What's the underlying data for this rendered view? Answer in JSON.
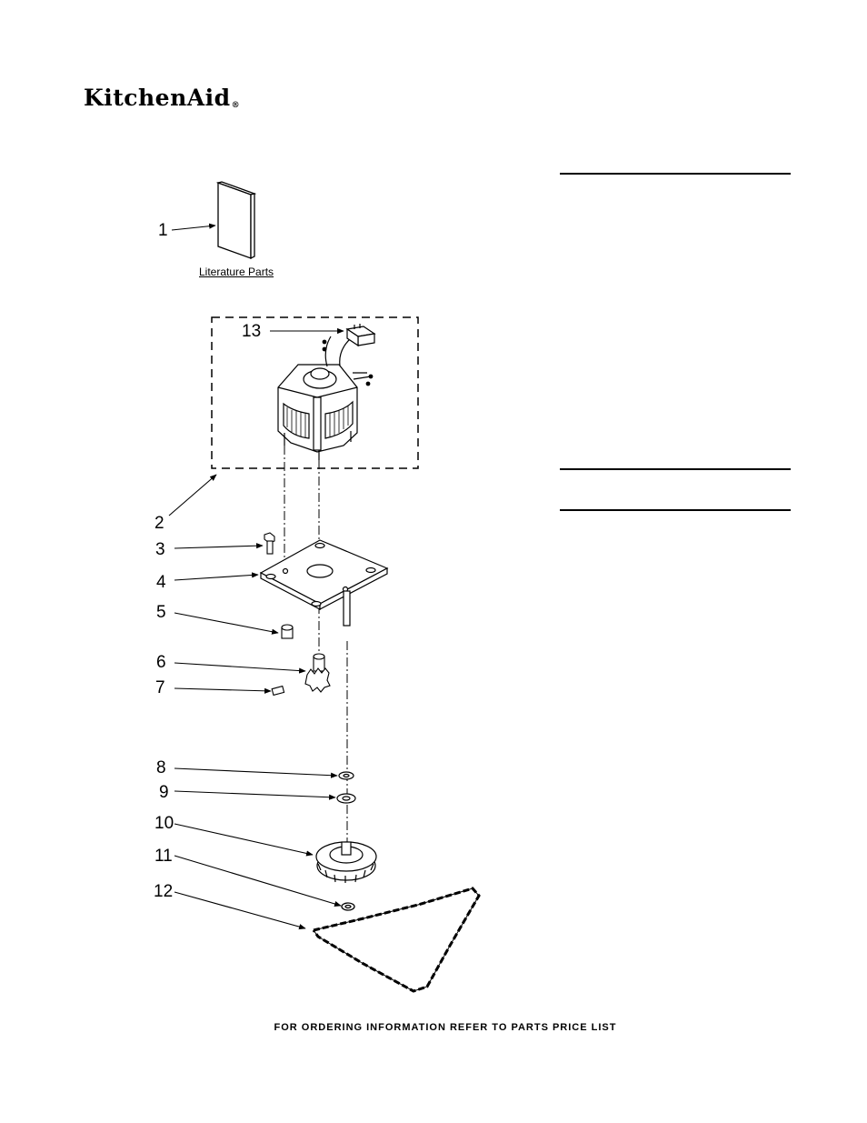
{
  "brand": {
    "name": "KitchenAid",
    "mark": "®"
  },
  "literature_label": "Literature Parts",
  "callouts": [
    "1",
    "2",
    "3",
    "4",
    "5",
    "6",
    "7",
    "8",
    "9",
    "10",
    "11",
    "12",
    "13"
  ],
  "footer": "FOR ORDERING INFORMATION REFER TO PARTS PRICE LIST"
}
